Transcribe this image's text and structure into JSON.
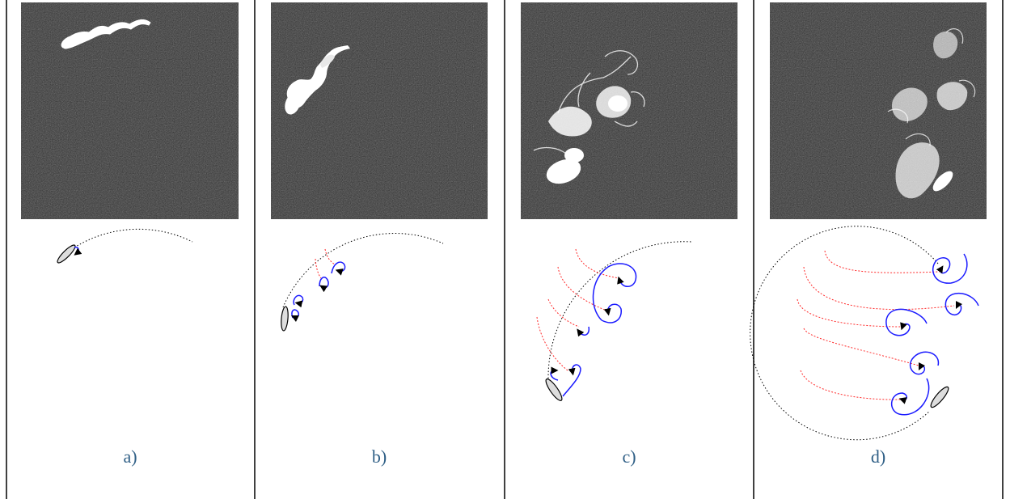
{
  "figure": {
    "panels": [
      {
        "id": "a",
        "caption": "a)"
      },
      {
        "id": "b",
        "caption": "b)"
      },
      {
        "id": "c",
        "caption": "c)"
      },
      {
        "id": "d",
        "caption": "d)"
      }
    ]
  },
  "colors": {
    "photo_background": "#2b2b2b",
    "smoke": "#ffffff",
    "vortex": "#1a1aff",
    "wake_line": "#ff2a2a",
    "path": "#000000",
    "caption": "#2f5f86"
  }
}
